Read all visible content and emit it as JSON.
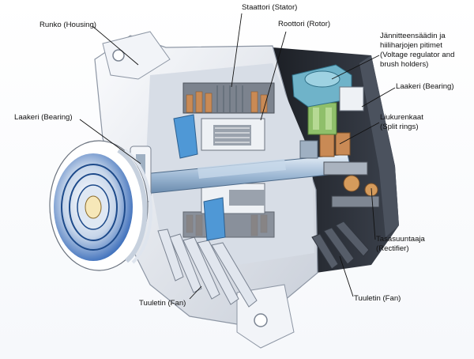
{
  "labels": {
    "housing": "Runko (Housing)",
    "stator": "Staattori (Stator)",
    "rotor": "Roottori (Rotor)",
    "regulator_line1": "Jännitteensäädin ja",
    "regulator_line2": "hiiliharjojen pitimet",
    "regulator_line3": "(Voltage regulator and",
    "regulator_line4": "brush holders)",
    "bearing_left": "Laakeri (Bearing)",
    "bearing_right": "Laakeri (Bearing)",
    "split_rings_line1": "Liukurenkaat",
    "split_rings_line2": "(Split rings)",
    "rectifier_line1": "Tasasuuntaaja",
    "rectifier_line2": "(Rectifier)",
    "fan_left": "Tuuletin (Fan)",
    "fan_right": "Tuuletin (Fan)"
  },
  "colors": {
    "housing": "#e9ecf2",
    "housing_shadow": "#b9c0cc",
    "stator_copper": "#c98a55",
    "stator_core": "#6f7680",
    "shaft": "#a9c3dd",
    "pulley": "#2d63b6",
    "regulator": "#6fb3c9",
    "rectifier_case": "#2a2e36",
    "brush_holder": "#8fbf6a",
    "bearing_blue": "#4f98d6"
  }
}
